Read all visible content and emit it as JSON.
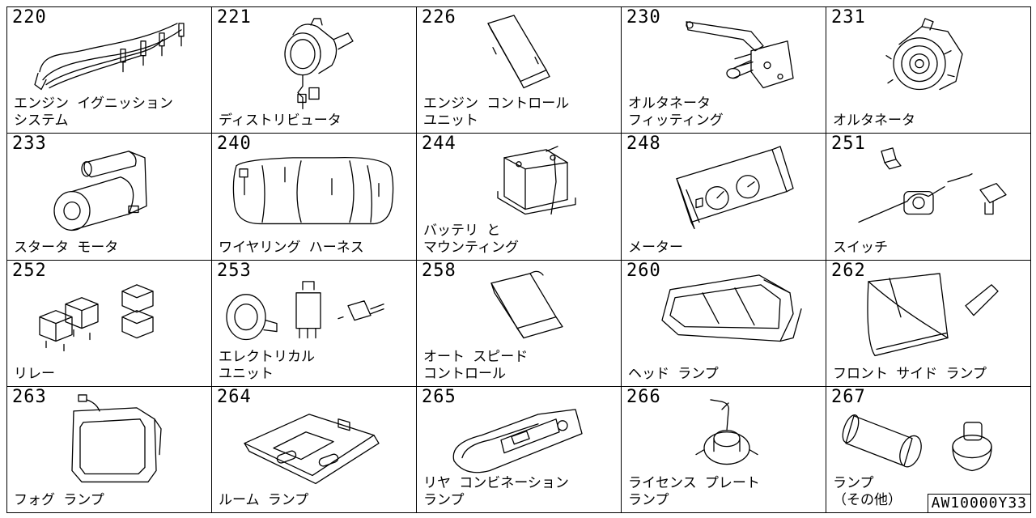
{
  "parts": [
    {
      "code": "220",
      "label": "エンジン イグニッション\nシステム",
      "icon": "ignition-wires-icon"
    },
    {
      "code": "221",
      "label": "ディストリビュータ",
      "icon": "distributor-icon"
    },
    {
      "code": "226",
      "label": "エンジン コントロール\nユニット",
      "icon": "ecu-icon"
    },
    {
      "code": "230",
      "label": "オルタネータ\nフィッティング",
      "icon": "alternator-bracket-icon"
    },
    {
      "code": "231",
      "label": "オルタネータ",
      "icon": "alternator-icon"
    },
    {
      "code": "233",
      "label": "スタータ モータ",
      "icon": "starter-motor-icon"
    },
    {
      "code": "240",
      "label": "ワイヤリング ハーネス",
      "icon": "wiring-harness-icon"
    },
    {
      "code": "244",
      "label": "バッテリ と\nマウンティング",
      "icon": "battery-icon"
    },
    {
      "code": "248",
      "label": "メーター",
      "icon": "meter-icon"
    },
    {
      "code": "251",
      "label": "スイッチ",
      "icon": "switch-icon"
    },
    {
      "code": "252",
      "label": "リレー",
      "icon": "relay-icon"
    },
    {
      "code": "253",
      "label": "エレクトリカル\nユニット",
      "icon": "electrical-unit-icon"
    },
    {
      "code": "258",
      "label": "オート スピード\nコントロール",
      "icon": "cruise-control-icon"
    },
    {
      "code": "260",
      "label": "ヘッド ランプ",
      "icon": "headlamp-icon"
    },
    {
      "code": "262",
      "label": "フロント サイド ランプ",
      "icon": "side-lamp-icon"
    },
    {
      "code": "263",
      "label": "フォグ ランプ",
      "icon": "fog-lamp-icon"
    },
    {
      "code": "264",
      "label": "ルーム ランプ",
      "icon": "room-lamp-icon"
    },
    {
      "code": "265",
      "label": "リヤ コンビネーション\nランプ",
      "icon": "rear-combination-lamp-icon"
    },
    {
      "code": "266",
      "label": "ライセンス プレート\nランプ",
      "icon": "license-plate-lamp-icon"
    },
    {
      "code": "267",
      "label": "ランプ\n（その他）",
      "icon": "bulb-icon"
    }
  ],
  "reference_code": "AW10000Y33"
}
